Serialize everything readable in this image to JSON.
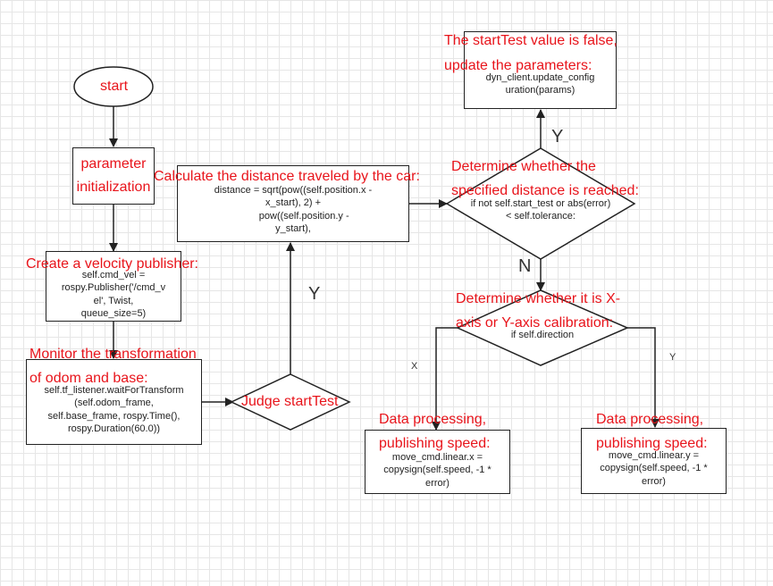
{
  "nodes": {
    "start": {
      "label": "start"
    },
    "param": {
      "label": "parameter initialization"
    },
    "publisher": {
      "title": "Create a velocity publisher:",
      "code": "self.cmd_vel =\nrospy.Publisher('/cmd_v\nel', Twist,\nqueue_size=5)"
    },
    "monitor": {
      "title_line1": "Monitor the transformation",
      "title_line2": "of odom and base:",
      "code": "self.tf_listener.waitForTransform\n(self.odom_frame,\nself.base_frame, rospy.Time(),\nrospy.Duration(60.0))"
    },
    "judge": {
      "label": "Judge startTest"
    },
    "calc": {
      "title": "Calculate the distance traveled by the car:",
      "code": "distance = sqrt(pow((self.position.x -\nx_start), 2) +\n        pow((self.position.y -\ny_start),"
    },
    "determine_distance": {
      "title_line1": "Determine whether the",
      "title_line2": "specified distance is reached:",
      "code": "if not self.start_test or abs(error)\n< self.tolerance:"
    },
    "update": {
      "title_line1": "The startTest value is false,",
      "title_line2": "update the parameters:",
      "code": "dyn_client.update_config\nuration(params)"
    },
    "determine_axis": {
      "title_line1": "Determine whether it is X-",
      "title_line2": "axis or Y-axis calibration:",
      "code": "if self.direction"
    },
    "process_x": {
      "title_line1": "Data processing,",
      "title_line2": "publishing speed:",
      "code": "move_cmd.linear.x =\ncopysign(self.speed, -1 *\nerror)"
    },
    "process_y": {
      "title_line1": "Data processing,",
      "title_line2": "publishing speed:",
      "code": "move_cmd.linear.y =\ncopysign(self.speed, -1 *\nerror)"
    }
  },
  "edge_labels": {
    "judge_to_calc": "Y",
    "determine_to_update": "Y",
    "determine_to_axis": "N",
    "axis_x": "X",
    "axis_y": "Y"
  }
}
